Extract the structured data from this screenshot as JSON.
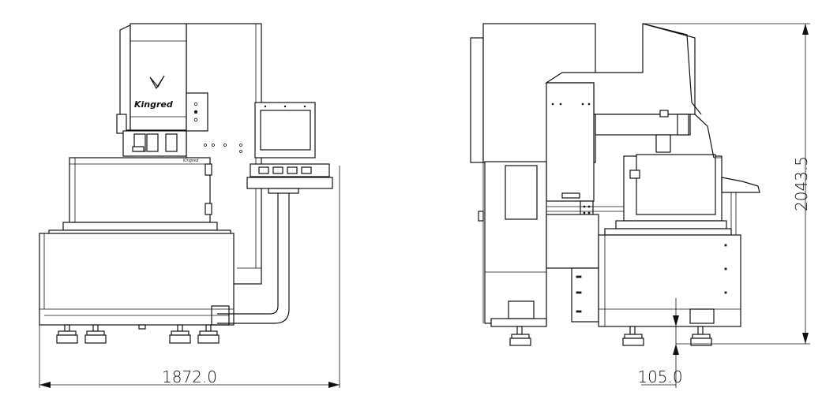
{
  "drawing": {
    "brand_logo": "Kingred",
    "brand_logo_small": "Kingred",
    "dim_width": "1872.0",
    "dim_height": "2043.5",
    "dim_foot": "105.0"
  }
}
